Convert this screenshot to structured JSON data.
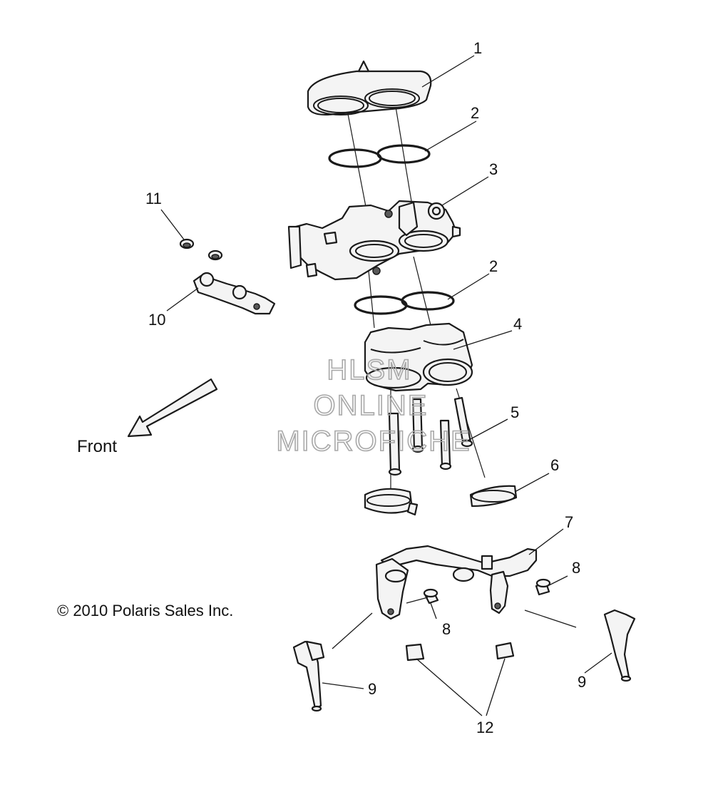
{
  "diagram": {
    "watermark": {
      "line1": "HLSM",
      "line2": "ONLINE",
      "line3": "MICROFICHE"
    },
    "front_label": "Front",
    "copyright": "© 2010 Polaris Sales Inc.",
    "callouts": {
      "c1": "1",
      "c2a": "2",
      "c2b": "2",
      "c3": "3",
      "c4": "4",
      "c5": "5",
      "c6": "6",
      "c7": "7",
      "c8a": "8",
      "c8b": "8",
      "c9a": "9",
      "c9b": "9",
      "c10": "10",
      "c11": "11",
      "c12": "12"
    }
  }
}
